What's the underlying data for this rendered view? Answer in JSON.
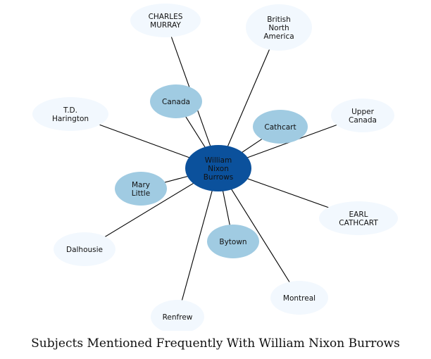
{
  "caption": "Subjects Mentioned Frequently With William Nixon Burrows",
  "colors": {
    "center": "#0b519c",
    "mid": "#a0cbe2",
    "outer": "#f2f8fe",
    "edge": "#000000"
  },
  "center_node": {
    "id": "burrows",
    "lines": [
      "William",
      "Nixon",
      "Burrows"
    ]
  },
  "nodes": [
    {
      "id": "charles-murray",
      "lines": [
        "CHARLES",
        "MURRAY"
      ],
      "tier": "outer"
    },
    {
      "id": "british-north-america",
      "lines": [
        "British",
        "North",
        "America"
      ],
      "tier": "outer"
    },
    {
      "id": "canada",
      "lines": [
        "Canada"
      ],
      "tier": "mid"
    },
    {
      "id": "td-harington",
      "lines": [
        "T.D.",
        "Harington"
      ],
      "tier": "outer"
    },
    {
      "id": "cathcart",
      "lines": [
        "Cathcart"
      ],
      "tier": "mid"
    },
    {
      "id": "upper-canada",
      "lines": [
        "Upper",
        "Canada"
      ],
      "tier": "outer"
    },
    {
      "id": "mary-little",
      "lines": [
        "Mary",
        "Little"
      ],
      "tier": "mid"
    },
    {
      "id": "earl-cathcart",
      "lines": [
        "EARL",
        "CATHCART"
      ],
      "tier": "outer"
    },
    {
      "id": "dalhousie",
      "lines": [
        "Dalhousie"
      ],
      "tier": "outer"
    },
    {
      "id": "bytown",
      "lines": [
        "Bytown"
      ],
      "tier": "mid"
    },
    {
      "id": "montreal",
      "lines": [
        "Montreal"
      ],
      "tier": "outer"
    },
    {
      "id": "renfrew",
      "lines": [
        "Renfrew"
      ],
      "tier": "outer"
    }
  ]
}
